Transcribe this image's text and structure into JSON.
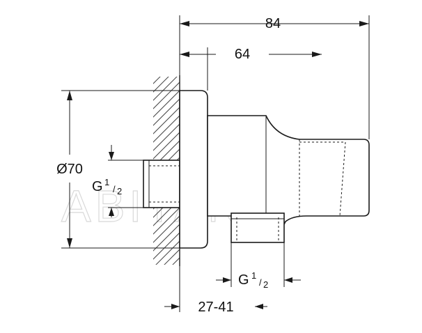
{
  "dimensions": {
    "overall_length": "84",
    "body_length": "64",
    "diameter": "Ø70",
    "thread_left_main": "G",
    "thread_left_sup": "1",
    "thread_left_sub": "2",
    "thread_bottom_main": "G",
    "thread_bottom_sup": "1",
    "thread_bottom_sub": "2",
    "wall_range": "27-41"
  },
  "watermark": "ABITANT"
}
